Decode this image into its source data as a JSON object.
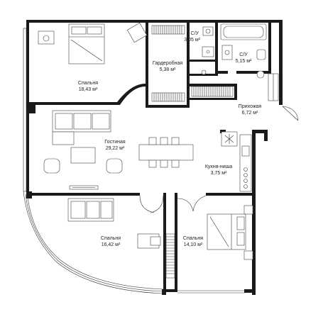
{
  "rooms": {
    "bedroom_1": {
      "name": "Спальня",
      "area": "18,43 м²"
    },
    "wardrobe": {
      "name": "Гардеробная",
      "area": "5,38 м²"
    },
    "bathroom_1": {
      "name": "С/У",
      "area": "3,05 м²"
    },
    "bathroom_2": {
      "name": "С/У",
      "area": "5,15 м²"
    },
    "hallway": {
      "name": "Прихожая",
      "area": "6,72 м²"
    },
    "living": {
      "name": "Гостиная",
      "area": "29,22 м²"
    },
    "kitchen": {
      "name": "Кухня-ниша",
      "area": "3,75 м²"
    },
    "bedroom_2": {
      "name": "Спальня",
      "area": "16,42 м²"
    },
    "bedroom_3": {
      "name": "Спальня",
      "area": "14,10 м²"
    }
  },
  "colors": {
    "wall": "#1a1a1a",
    "line": "#333333",
    "background": "#ffffff"
  }
}
